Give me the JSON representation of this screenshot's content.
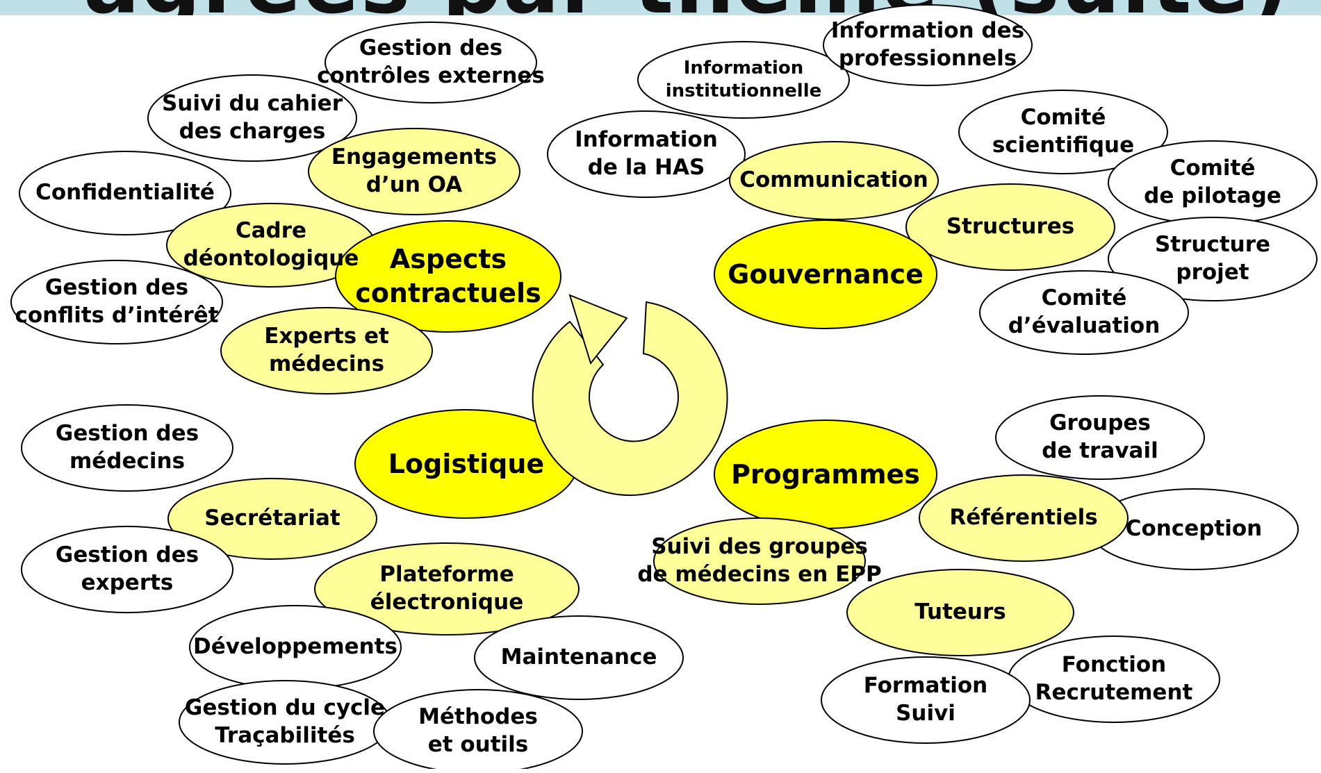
{
  "title": "agrées par thème (suite)",
  "colors": {
    "yellow_main": "#ffff00",
    "yellow_light": "#ffff99",
    "band": "#bfe0e6"
  },
  "cycle_icon": "circular-arrow-icon",
  "nodes": [
    {
      "id": "gestion-controles",
      "label": "Gestion des\ncontrôles externes",
      "fill": "white"
    },
    {
      "id": "info-institutionnelle",
      "label": "Information\ninstitutionnelle",
      "fill": "white"
    },
    {
      "id": "info-professionnels",
      "label": "Information des\nprofessionnels",
      "fill": "white"
    },
    {
      "id": "suivi-cahier",
      "label": "Suivi du cahier\ndes charges",
      "fill": "white"
    },
    {
      "id": "engagements-oa",
      "label": "Engagements\nd’un OA",
      "fill": "light"
    },
    {
      "id": "info-has",
      "label": "Information\nde la HAS",
      "fill": "white"
    },
    {
      "id": "communication",
      "label": "Communication",
      "fill": "light"
    },
    {
      "id": "comite-scientifique",
      "label": "Comité\nscientifique",
      "fill": "white"
    },
    {
      "id": "comite-pilotage",
      "label": "Comité\nde pilotage",
      "fill": "white"
    },
    {
      "id": "confidentialite",
      "label": "Confidentialité",
      "fill": "white"
    },
    {
      "id": "cadre-deontologique",
      "label": "Cadre\ndéontologique",
      "fill": "light"
    },
    {
      "id": "aspects-contractuels",
      "label": "Aspects\ncontractuels",
      "fill": "main"
    },
    {
      "id": "structures",
      "label": "Structures",
      "fill": "light"
    },
    {
      "id": "structure-projet",
      "label": "Structure\nprojet",
      "fill": "white"
    },
    {
      "id": "gouvernance",
      "label": "Gouvernance",
      "fill": "main"
    },
    {
      "id": "gestion-conflits",
      "label": "Gestion des\nconflits d’intérêt",
      "fill": "white"
    },
    {
      "id": "comite-evaluation",
      "label": "Comité\nd’évaluation",
      "fill": "white"
    },
    {
      "id": "experts-medecins",
      "label": "Experts et\nmédecins",
      "fill": "light"
    },
    {
      "id": "groupes-travail",
      "label": "Groupes\nde travail",
      "fill": "white"
    },
    {
      "id": "gestion-medecins",
      "label": "Gestion des\nmédecins",
      "fill": "white"
    },
    {
      "id": "logistique",
      "label": "Logistique",
      "fill": "main"
    },
    {
      "id": "programmes",
      "label": "Programmes",
      "fill": "main"
    },
    {
      "id": "conception",
      "label": "Conception",
      "fill": "white"
    },
    {
      "id": "referentiels",
      "label": "Référentiels",
      "fill": "light"
    },
    {
      "id": "secretariat",
      "label": "Secrétariat",
      "fill": "light"
    },
    {
      "id": "gestion-experts",
      "label": "Gestion des\nexperts",
      "fill": "white"
    },
    {
      "id": "plateforme",
      "label": "Plateforme\nélectronique",
      "fill": "light"
    },
    {
      "id": "suivi-groupes",
      "label": "Suivi des groupes\nde médecins en EPP",
      "fill": "light"
    },
    {
      "id": "tuteurs",
      "label": "Tuteurs",
      "fill": "light"
    },
    {
      "id": "developpements",
      "label": "Développements",
      "fill": "white"
    },
    {
      "id": "maintenance",
      "label": "Maintenance",
      "fill": "white"
    },
    {
      "id": "fonction-recrutement",
      "label": "Fonction\nRecrutement",
      "fill": "white"
    },
    {
      "id": "formation-suivi",
      "label": "Formation\nSuivi",
      "fill": "white"
    },
    {
      "id": "gestion-cycle",
      "label": "Gestion du cycle\nTraçabilités",
      "fill": "white"
    },
    {
      "id": "methodes-outils",
      "label": "Méthodes\net outils",
      "fill": "white"
    }
  ]
}
